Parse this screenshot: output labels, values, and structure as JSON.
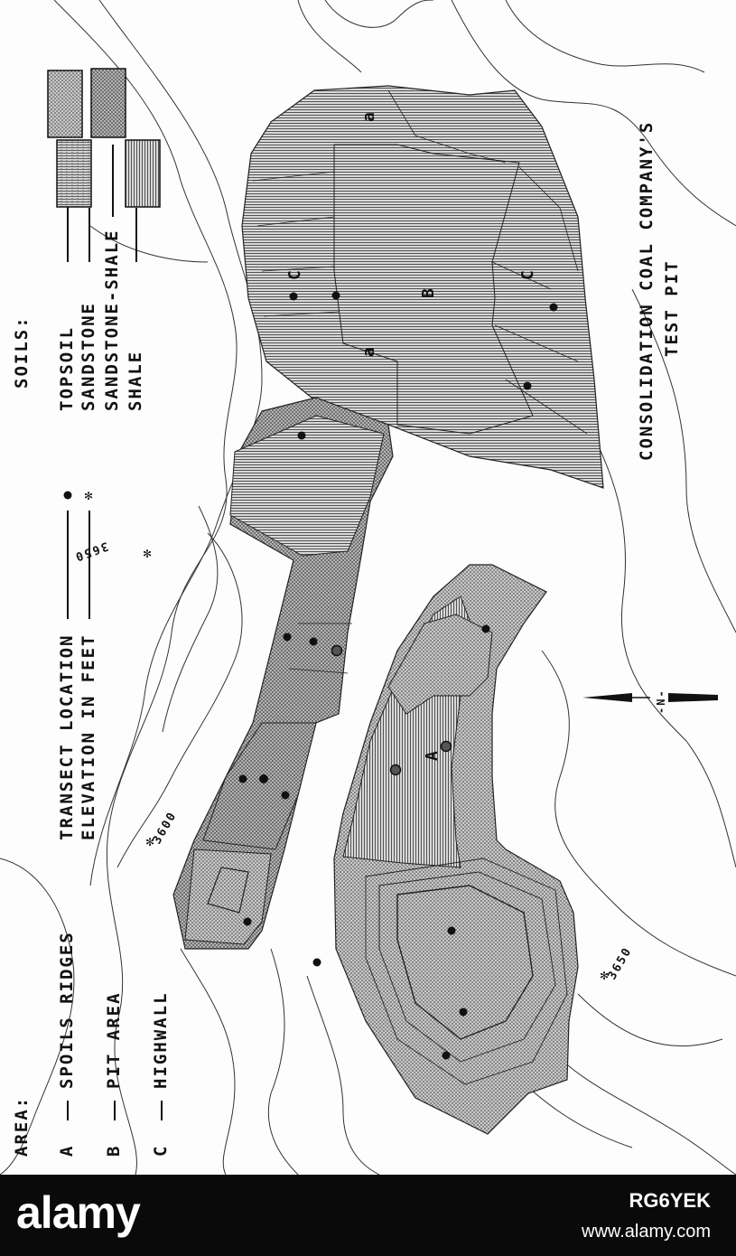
{
  "map": {
    "title": {
      "line1": "CONSOLIDATION COAL COMPANY'S",
      "line2": "TEST PIT"
    },
    "area_legend": {
      "heading": "AREA:",
      "items": [
        {
          "key": "A",
          "label": "SPOILS RIDGES"
        },
        {
          "key": "B",
          "label": "PIT AREA"
        },
        {
          "key": "C",
          "label": "HIGHWALL"
        }
      ]
    },
    "symbol_legend": {
      "transect": "TRANSECT LOCATION",
      "elevation": "ELEVATION IN FEET"
    },
    "soils_legend": {
      "heading": "SOILS:",
      "items": [
        "TOPSOIL",
        "SANDSTONE",
        "SANDSTONE-SHALE",
        "SHALE"
      ]
    },
    "elevations": [
      "3650",
      "3600",
      "3650"
    ],
    "region_labels": {
      "a1": "a",
      "a2": "a",
      "A": "A",
      "B": "B",
      "C1": "C",
      "C2": "C"
    },
    "north_label": "-N-"
  },
  "watermark": {
    "logo": "alamy",
    "image_id": "RG6YEK",
    "url": "www.alamy.com"
  }
}
